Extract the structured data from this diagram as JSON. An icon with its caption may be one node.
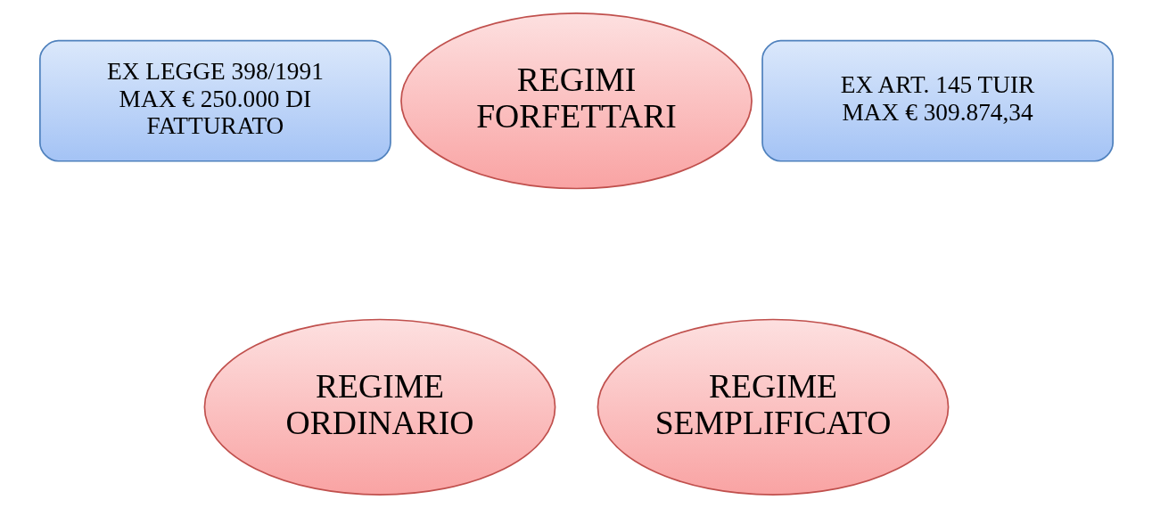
{
  "diagram": {
    "nodes": [
      {
        "text": [
          "EX LEGGE 398/1991 MAX € 250.000 DI FATTURATO"
        ]
      },
      {
        "text": [
          "REGIMI FORFETTARI"
        ]
      },
      {
        "text": [
          "EX ART. 145 TUIR MAX € 309.874,34"
        ]
      },
      {
        "text": [
          "REGIME ORDINARIO"
        ]
      },
      {
        "text": [
          "REGIME SEMPLIFICATO"
        ]
      }
    ]
  }
}
